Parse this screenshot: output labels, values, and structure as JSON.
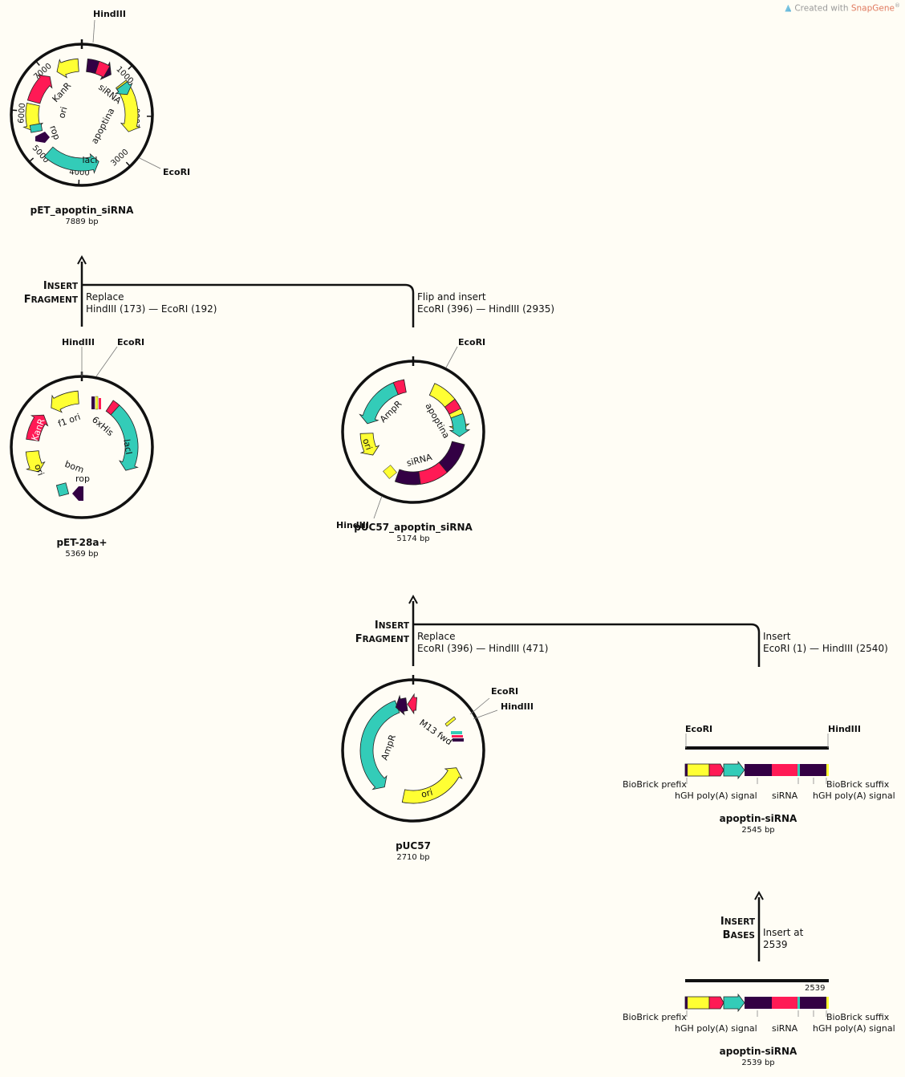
{
  "credit": {
    "prefix": "Created with ",
    "brand": "SnapGene",
    "mark": "®"
  },
  "plasmids": [
    {
      "id": "pet_apoptin",
      "name": "pET_apoptin_siRNA",
      "size": "7889 bp",
      "ticks": [
        "1000",
        "2000",
        "3000",
        "4000",
        "5000",
        "6000",
        "7000"
      ],
      "sites": [
        "HindIII",
        "EcoRI"
      ],
      "features": [
        "siRNA",
        "apoptina",
        "lacI",
        "rop",
        "ori",
        "KanR"
      ]
    },
    {
      "id": "pet28",
      "name": "pET-28a+",
      "size": "5369 bp",
      "sites": [
        "HindIII",
        "EcoRI"
      ],
      "features": [
        "KanR",
        "f1 ori",
        "6xHis",
        "lacI",
        "ori",
        "bom",
        "rop"
      ]
    },
    {
      "id": "puc57_apoptin",
      "name": "pUC57_apoptin_siRNA",
      "size": "5174 bp",
      "sites": [
        "EcoRI",
        "HindIII"
      ],
      "features": [
        "AmpR",
        "apoptina",
        "ori",
        "siRNA"
      ]
    },
    {
      "id": "puc57",
      "name": "pUC57",
      "size": "2710 bp",
      "sites": [
        "EcoRI",
        "HindIII"
      ],
      "features": [
        "AmpR",
        "M13 fwd",
        "ori"
      ]
    }
  ],
  "linears": [
    {
      "id": "lin_upper",
      "name": "apoptin-siRNA",
      "size": "2545 bp",
      "end_sites": [
        "EcoRI",
        "HindIII"
      ],
      "labels": [
        "BioBrick prefix",
        "hGH poly(A) signal",
        "siRNA",
        "BioBrick suffix",
        "hGH poly(A) signal"
      ]
    },
    {
      "id": "lin_lower",
      "name": "apoptin-siRNA",
      "size": "2539 bp",
      "end_marker": "2539",
      "labels": [
        "BioBrick prefix",
        "hGH poly(A) signal",
        "siRNA",
        "BioBrick suffix",
        "hGH poly(A) signal"
      ]
    }
  ],
  "operations": [
    {
      "id": "op1",
      "title": [
        "Insert",
        "Fragment"
      ],
      "left_text": [
        "Replace",
        "HindIII (173)  —  EcoRI (192)"
      ],
      "right_text": [
        "Flip and insert",
        "EcoRI (396)  —  HindIII (2935)"
      ]
    },
    {
      "id": "op2",
      "title": [
        "Insert",
        "Fragment"
      ],
      "left_text": [
        "Replace",
        "EcoRI (396)  —  HindIII (471)"
      ],
      "right_text": [
        "Insert",
        "EcoRI (1)  —  HindIII (2540)"
      ]
    },
    {
      "id": "op3",
      "title": [
        "Insert",
        "Bases"
      ],
      "left_text": [
        "Insert at",
        "2539"
      ]
    }
  ],
  "colors": {
    "yellow": "#ffff33",
    "red": "#ff1a55",
    "teal": "#33ccb8",
    "purple": "#330044",
    "background": "#fffdf5"
  }
}
